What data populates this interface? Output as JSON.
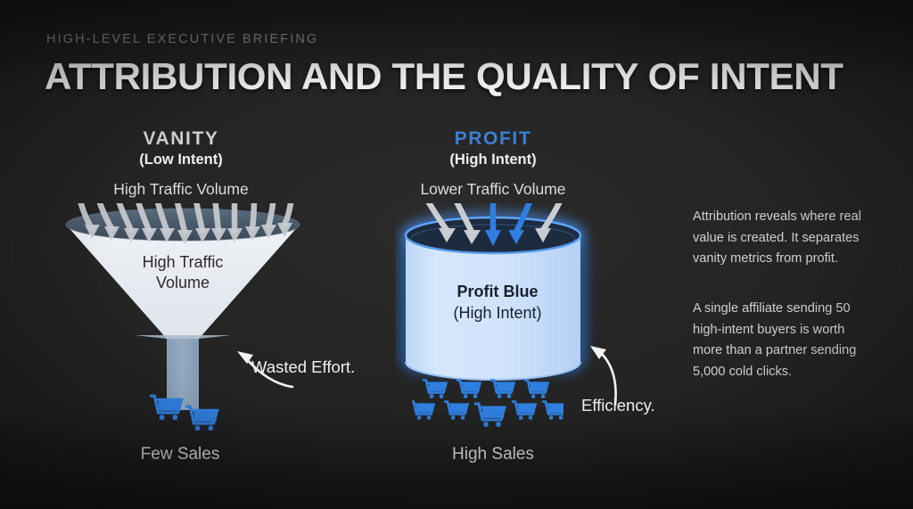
{
  "slide": {
    "eyebrow": "HIGH-LEVEL EXECUTIVE BRIEFING",
    "title": "ATTRIBUTION AND THE QUALITY OF INTENT",
    "background_color": "#242424",
    "accent_blue": "#3d7fd6"
  },
  "columns": {
    "vanity": {
      "kicker": "VANITY",
      "sub": "(Low Intent)",
      "volume": "High Traffic Volume",
      "shape_label_line1": "High Traffic",
      "shape_label_line2": "Volume",
      "annotation": "Wasted Effort.",
      "bottom_label": "Few Sales",
      "cart_count": 2,
      "inflow_arrow_count": 13,
      "inflow_arrow_color": "#c9ccd1",
      "shape_fill": "#dfe4ea",
      "rim_fill": "#4a5866"
    },
    "profit": {
      "kicker": "PROFIT",
      "sub": "(High Intent)",
      "volume": "Lower Traffic Volume",
      "shape_label_line1": "Profit Blue",
      "shape_label_line2": "(High Intent)",
      "annotation": "Efficiency.",
      "bottom_label": "High Sales",
      "cart_count": 9,
      "inflow_arrow_count": 5,
      "inflow_arrow_colors": [
        "#c9ccd1",
        "#c9ccd1",
        "#2f7fe0",
        "#2f7fe0",
        "#c9ccd1"
      ],
      "shape_fill": "#cfe2fb",
      "rim_fill": "#1d2b3e",
      "glow_color": "#2f86ff"
    }
  },
  "body_copy": {
    "paragraph_1": "Attribution reveals where real value is created. It separates vanity metrics from profit.",
    "paragraph_2": "A single affiliate sending 50 high-intent buyers is worth more than a partner sending 5,000 cold clicks."
  },
  "icons": {
    "cart": "shopping-cart-icon",
    "arrow_down": "arrow-down-icon",
    "arrow_curved": "curved-arrow-icon"
  }
}
